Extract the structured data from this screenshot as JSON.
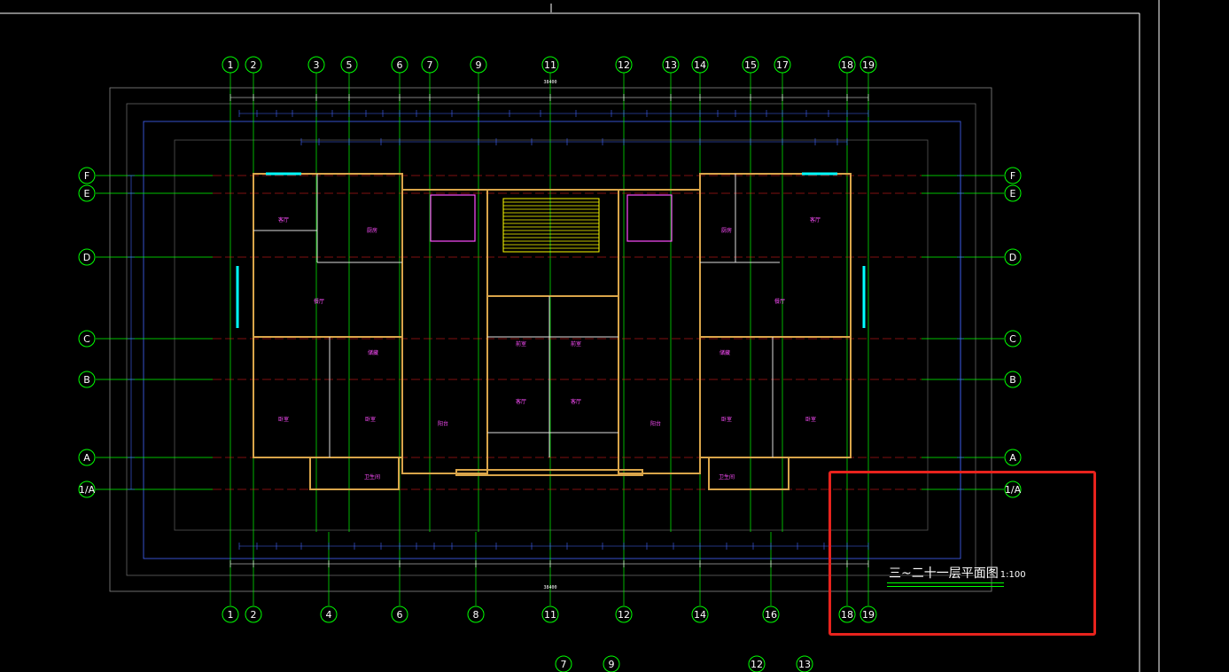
{
  "drawing": {
    "title": "三~二十一层平面图",
    "scale": "1:100",
    "overall_dimension": "38400"
  },
  "axes": {
    "top": [
      "1",
      "2",
      "3",
      "5",
      "6",
      "7",
      "9",
      "11",
      "12",
      "13",
      "14",
      "15",
      "17",
      "18",
      "19"
    ],
    "bottom": [
      "1",
      "2",
      "4",
      "6",
      "8",
      "11",
      "12",
      "14",
      "16",
      "18",
      "19"
    ],
    "bottom_extra": [
      "7",
      "9",
      "12",
      "13"
    ],
    "left": [
      "F",
      "E",
      "D",
      "C",
      "B",
      "A",
      "1/A"
    ],
    "right": [
      "F",
      "E",
      "D",
      "C",
      "B",
      "A",
      "1/A"
    ]
  },
  "rooms": {
    "bedroom": "卧室",
    "living": "客厅",
    "kitchen": "厨房",
    "bath": "卫生间",
    "dining": "餐厅",
    "storage": "储藏",
    "balcony": "阳台",
    "lobby": "前室"
  },
  "colors": {
    "background": "#000000",
    "wall": "#d9a54a",
    "axis_line": "#00ff00",
    "grid_red": "#ff2020",
    "dimension": "#ffffff",
    "room_label": "#ff4dff",
    "highlight": "#e8231d",
    "frame": "#ffffff"
  }
}
